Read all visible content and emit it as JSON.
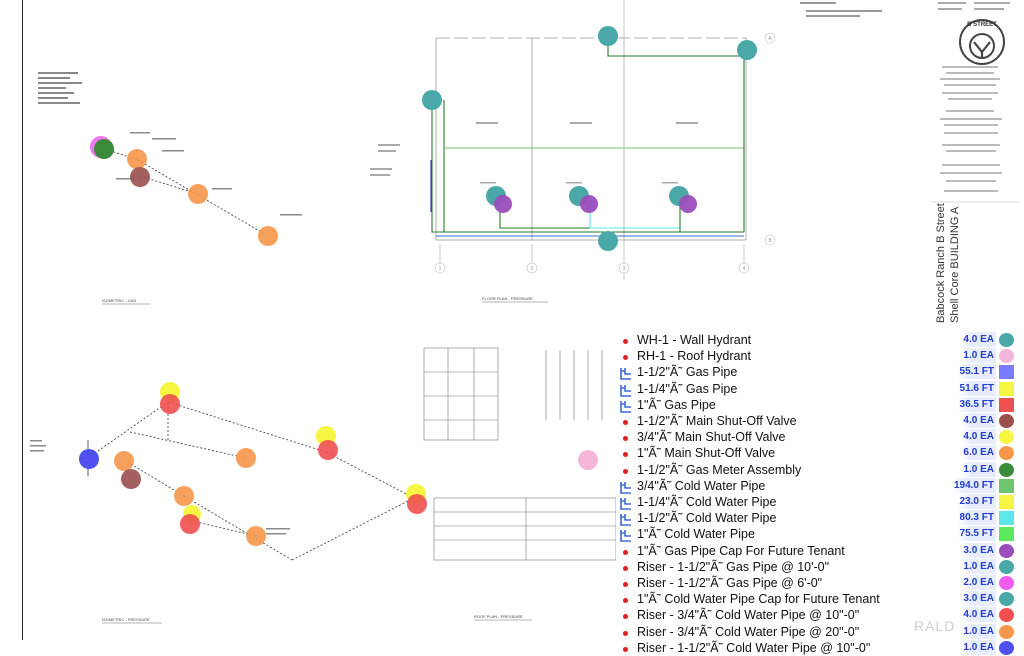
{
  "legend": {
    "items": [
      {
        "label": "WH-1 - Wall Hydrant",
        "qty": "4.0 EA",
        "color": "#4aa8a8",
        "shape": "circle",
        "icon": "dot-icon"
      },
      {
        "label": "RH-1 - Roof Hydrant",
        "qty": "1.0 EA",
        "color": "#f4b6d8",
        "shape": "circle",
        "icon": "dot-icon"
      },
      {
        "label": "1-1/2\"Ã˜ Gas Pipe",
        "qty": "55.1 FT",
        "color": "#7b7bff",
        "shape": "square",
        "icon": "pipe-icon"
      },
      {
        "label": "1-1/4\"Ã˜ Gas Pipe",
        "qty": "51.6 FT",
        "color": "#f5f542",
        "shape": "square",
        "icon": "pipe-icon"
      },
      {
        "label": "1\"Ã˜ Gas Pipe",
        "qty": "36.5 FT",
        "color": "#f05050",
        "shape": "square",
        "icon": "pipe-icon"
      },
      {
        "label": "1-1/2\"Ã˜ Main Shut-Off Valve",
        "qty": "4.0 EA",
        "color": "#9a4e4e",
        "shape": "circle",
        "icon": "dot-icon"
      },
      {
        "label": "3/4\"Ã˜ Main Shut-Off Valve",
        "qty": "4.0 EA",
        "color": "#f5f542",
        "shape": "circle",
        "icon": "dot-icon"
      },
      {
        "label": "1\"Ã˜ Main Shut-Off Valve",
        "qty": "6.0 EA",
        "color": "#f5964a",
        "shape": "circle",
        "icon": "dot-icon"
      },
      {
        "label": "1-1/2\"Ã˜ Gas Meter Assembly",
        "qty": "1.0 EA",
        "color": "#3a8a3a",
        "shape": "circle",
        "icon": "dot-icon"
      },
      {
        "label": "3/4\"Ã˜ Cold Water Pipe",
        "qty": "194.0 FT",
        "color": "#6cc46c",
        "shape": "square",
        "icon": "pipe-icon"
      },
      {
        "label": "1-1/4\"Ã˜ Cold Water Pipe",
        "qty": "23.0 FT",
        "color": "#f5f542",
        "shape": "square",
        "icon": "pipe-icon"
      },
      {
        "label": "1-1/2\"Ã˜ Cold Water Pipe",
        "qty": "80.3 FT",
        "color": "#5ce8e8",
        "shape": "square",
        "icon": "pipe-icon"
      },
      {
        "label": "1\"Ã˜ Cold Water Pipe",
        "qty": "75.5 FT",
        "color": "#5ce85c",
        "shape": "square",
        "icon": "pipe-icon"
      },
      {
        "label": "1\"Ã˜ Gas Pipe Cap For Future Tenant",
        "qty": "3.0 EA",
        "color": "#9a4ebc",
        "shape": "circle",
        "icon": "dot-icon"
      },
      {
        "label": "Riser - 1-1/2\"Ã˜ Gas Pipe @ 10'-0\"",
        "qty": "1.0 EA",
        "color": "#4aa8a8",
        "shape": "circle",
        "icon": "dot-icon"
      },
      {
        "label": "Riser - 1-1/2\"Ã˜ Gas Pipe @ 6'-0\"",
        "qty": "2.0 EA",
        "color": "#f05cf0",
        "shape": "circle",
        "icon": "dot-icon"
      },
      {
        "label": "1\"Ã˜ Cold Water Pipe Cap for Future Tenant",
        "qty": "3.0 EA",
        "color": "#4aa8a8",
        "shape": "circle",
        "icon": "dot-icon"
      },
      {
        "label": "Riser - 3/4\"Ã˜ Cold Water Pipe @ 10\"-0\"",
        "qty": "4.0 EA",
        "color": "#f05050",
        "shape": "circle",
        "icon": "dot-icon"
      },
      {
        "label": "Riser - 3/4\"Ã˜ Cold Water Pipe @ 20\"-0\"",
        "qty": "1.0 EA",
        "color": "#f5964a",
        "shape": "circle",
        "icon": "dot-icon"
      },
      {
        "label": "Riser - 1-1/2\"Ã˜ Cold Water Pipe @ 10\"-0\"",
        "qty": "1.0 EA",
        "color": "#5050f0",
        "shape": "circle",
        "icon": "dot-icon"
      }
    ]
  },
  "drawing_labels": {
    "iso_gas": "ISOMETRIC - GAS",
    "floor_plan_pressure": "FLOOR PLAN - PRESSURE",
    "iso_pressure": "ISOMETRIC - PRESSURE",
    "roof_plan_pressure": "ROOF PLAN - PRESSURE",
    "grid_a": "A",
    "grid_b": "B",
    "grid_1": "1",
    "grid_2": "2",
    "grid_3": "3",
    "grid_4": "4"
  },
  "title_block": {
    "logo_text": "B STREET",
    "project_line1": "Babcock Ranch B Street",
    "project_line2": "Shell Core BUILDING A",
    "watermark": "RALD"
  },
  "markers": {
    "wall_hydrant": "#4aa8a8",
    "roof_hydrant": "#f4b6d8",
    "purple_cap": "#9a4ebc",
    "meter": "#3a8a3a",
    "orange": "#f5964a",
    "brown": "#9a4e4e",
    "yellow": "#f5f542",
    "red": "#f05050",
    "blue": "#5050f0",
    "magenta": "#f05cf0"
  }
}
